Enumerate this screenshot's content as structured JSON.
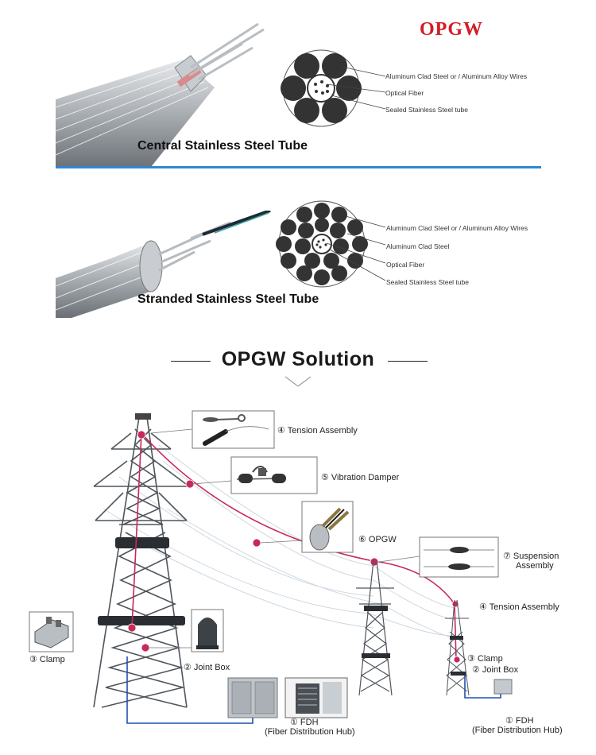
{
  "brand": {
    "logo": "OPGW",
    "logo_color": "#d21d25"
  },
  "section1": {
    "caption": "Central Stainless Steel Tube",
    "labels": [
      "Aluminum Clad Steel or / Aluminum Alloy Wires",
      "Optical Fiber",
      "Sealed Stainless Steel tube"
    ]
  },
  "section2": {
    "caption": "Stranded Stainless Steel Tube",
    "labels": [
      "Aluminum Clad Steel or / Aluminum Alloy Wires",
      "Aluminum Clad Steel",
      "Optical Fiber",
      "Sealed Stainless Steel tube"
    ]
  },
  "solution": {
    "title": "OPGW Solution",
    "components": {
      "tension_top": "④ Tension Assembly",
      "vibration_damper": "⑤ Vibration Damper",
      "opgw": "⑥ OPGW",
      "suspension_1": "⑦ Suspension",
      "suspension_2": "Assembly",
      "tension_right": "④ Tension Assembly",
      "clamp_left": "③ Clamp",
      "joint_box_left": "② Joint Box",
      "clamp_right": "③ Clamp",
      "joint_box_right": "② Joint Box",
      "fdh_mid": "① FDH",
      "fdh_mid_sub": "(Fiber Distribution Hub)",
      "fdh_right": "① FDH",
      "fdh_right_sub": "(Fiber Distribution Hub)"
    }
  },
  "colors": {
    "accent_blue": "#2f86d4",
    "opgw_line": "#c8285a",
    "fiber_blue": "#2050b0"
  }
}
